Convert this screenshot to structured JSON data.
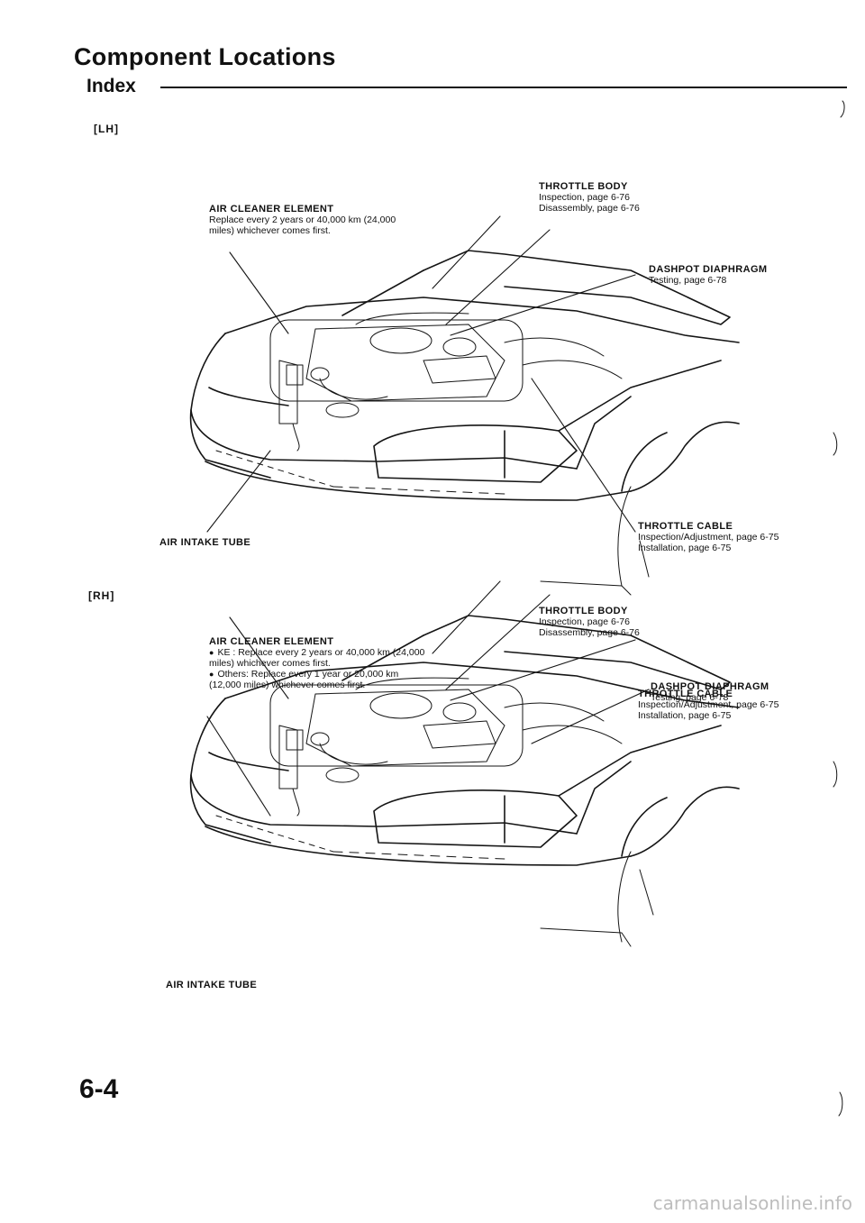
{
  "page": {
    "title": "Component Locations",
    "subtitle": "Index",
    "page_number": "6-4"
  },
  "lh": {
    "section_label": "[LH]",
    "air_cleaner": {
      "heading": "AIR CLEANER ELEMENT",
      "lines": [
        "Replace every 2 years or 40,000 km (24,000",
        "miles) whichever comes first."
      ]
    },
    "throttle_body": {
      "heading": "THROTTLE BODY",
      "lines": [
        "Inspection, page 6-76",
        "Disassembly, page 6-76"
      ]
    },
    "dashpot": {
      "heading": "DASHPOT DIAPHRAGM",
      "lines": [
        "Testing, page 6-78"
      ]
    },
    "throttle_cable": {
      "heading": "THROTTLE CABLE",
      "lines": [
        "Inspection/Adjustment, page 6-75",
        "Installation, page 6-75"
      ]
    },
    "air_intake": {
      "heading": "AIR INTAKE TUBE"
    }
  },
  "rh": {
    "section_label": "[RH]",
    "air_cleaner": {
      "heading": "AIR CLEANER ELEMENT",
      "bullet_1": [
        "KE : Replace every 2 years or 40,000 km (24,000",
        "miles) whichever comes first."
      ],
      "bullet_2": [
        "Others: Replace every 1 year or 20,000 km",
        "(12,000 miles) whichever comes first."
      ]
    },
    "throttle_body": {
      "heading": "THROTTLE BODY",
      "lines": [
        "Inspection, page 6-76",
        "Disassembly, page 6-76"
      ]
    },
    "dashpot": {
      "heading": "DASHPOT DIAPHRAGM",
      "lines": [
        "Testing, page 6-78"
      ]
    },
    "throttle_cable": {
      "heading": "THROTTLE CABLE",
      "lines": [
        "Inspection/Adjustment, page 6-75",
        "Installation, page 6-75"
      ]
    },
    "air_intake": {
      "heading": "AIR INTAKE TUBE"
    }
  },
  "footer": {
    "watermark": "carmanualsonline.info"
  }
}
